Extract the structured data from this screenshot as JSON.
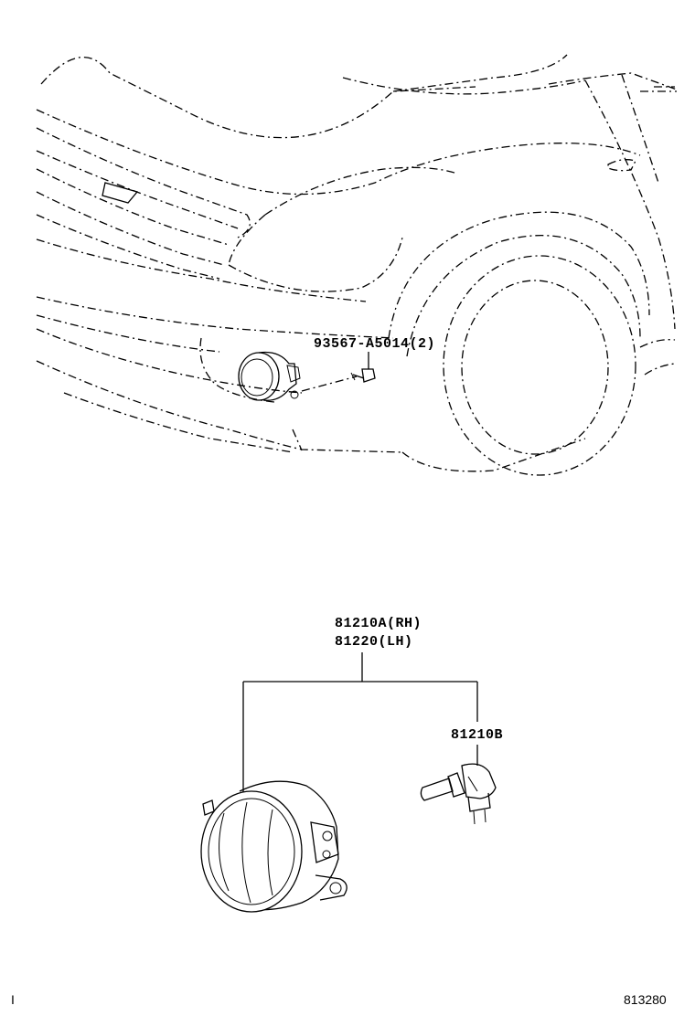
{
  "callouts": {
    "bolt_part": "93567-A5014(2)",
    "foglamp_rh": "81210A(RH)",
    "foglamp_lh": "81220(LH)",
    "bulb_part": "81210B"
  },
  "footer": {
    "left_mark": "I",
    "diagram_number": "813280"
  }
}
